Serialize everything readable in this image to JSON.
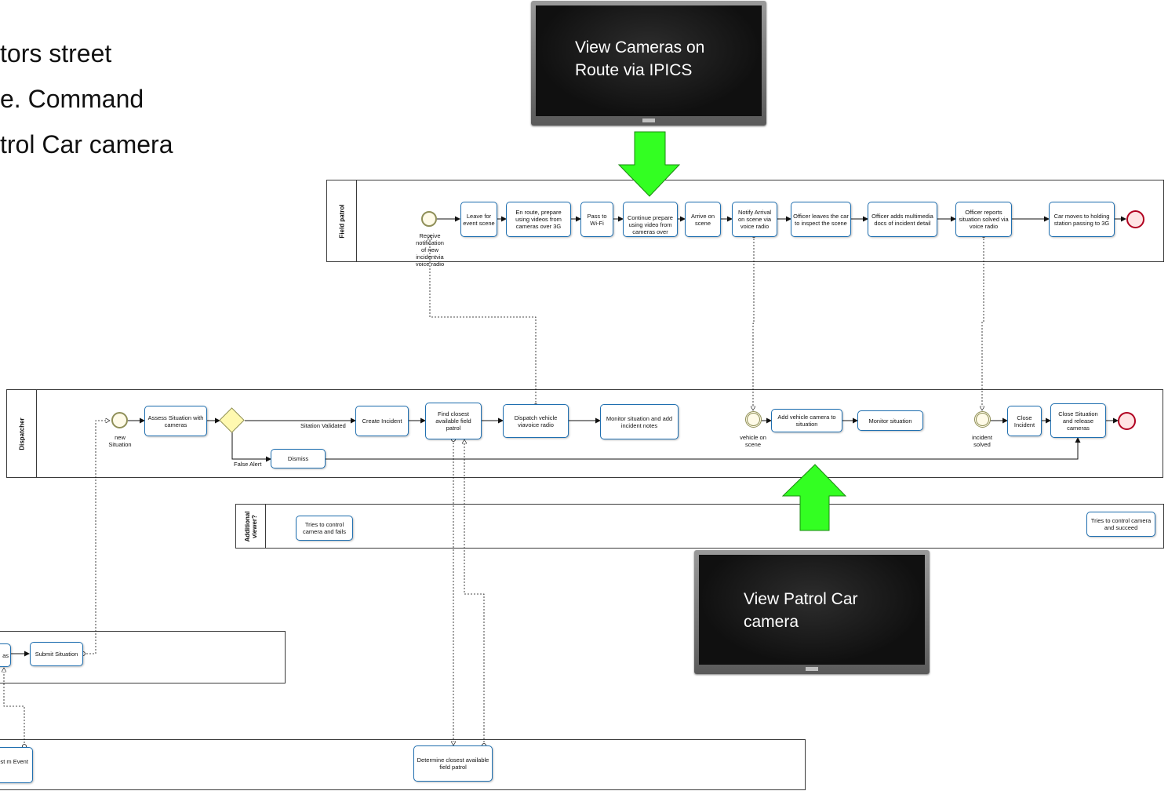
{
  "slide_text": [
    "tors street",
    "e. Command",
    "trol Car camera"
  ],
  "callouts": {
    "top_monitor": [
      "View Cameras on",
      "Route via IPICS"
    ],
    "bottom_monitor": [
      "View Patrol Car",
      "camera"
    ]
  },
  "colors": {
    "arrow_green": "#33ff22",
    "task_border": "#1f6fb0",
    "start_event": "#8f8f58",
    "end_event": "#b00020",
    "gateway": "#fff9b0"
  },
  "lanes": {
    "field_patrol": {
      "label": "Field patrol",
      "start_label": [
        "Receive",
        "notification",
        "of new",
        "incidentvia",
        "voice radio"
      ],
      "tasks": [
        "Leave for event scene",
        "En route, prepare using videos from cameras over 3G",
        "Pass to Wi-Fi",
        "Continue prepare using video from cameras over",
        "Arrive on scene",
        "Notify Arrival on scene via voice radio",
        "Officer leaves the car to inspect the scene",
        "Officer adds multimedia docs of incident detail",
        "Officer reports situation solved via voice radio",
        "Car moves to holding station passing to 3G"
      ]
    },
    "dispatcher": {
      "label": "Dispatcher",
      "start_label": [
        "new",
        "Situation"
      ],
      "tasks": [
        "Assess Situation with cameras",
        "Create Incident",
        "Find closest available field patrol",
        "Dispatch vehicle viavoice radio",
        "Monitor situation and add incident notes",
        "Dismiss",
        "Add vehicle camera to situation",
        "Monitor situation",
        "Close Incident",
        "Close Situation and release cameras"
      ],
      "flow_labels": {
        "validated": "Sitation Validated",
        "false_alert": "False Alert"
      },
      "vehicle_event_label": [
        "vehicle on",
        "scene"
      ],
      "solved_event_label": [
        "incident",
        "solved"
      ]
    },
    "additional": {
      "label": [
        "Additional",
        "viewer?"
      ],
      "tasks": [
        "Tries to control camera and fails",
        "Tries to control camera and succeed"
      ]
    },
    "reporter": {
      "tasks": [
        "as",
        "Submit Situation"
      ]
    },
    "locator": {
      "tasks": [
        "closest m Event on",
        "Determine closest available field patrol"
      ]
    }
  }
}
